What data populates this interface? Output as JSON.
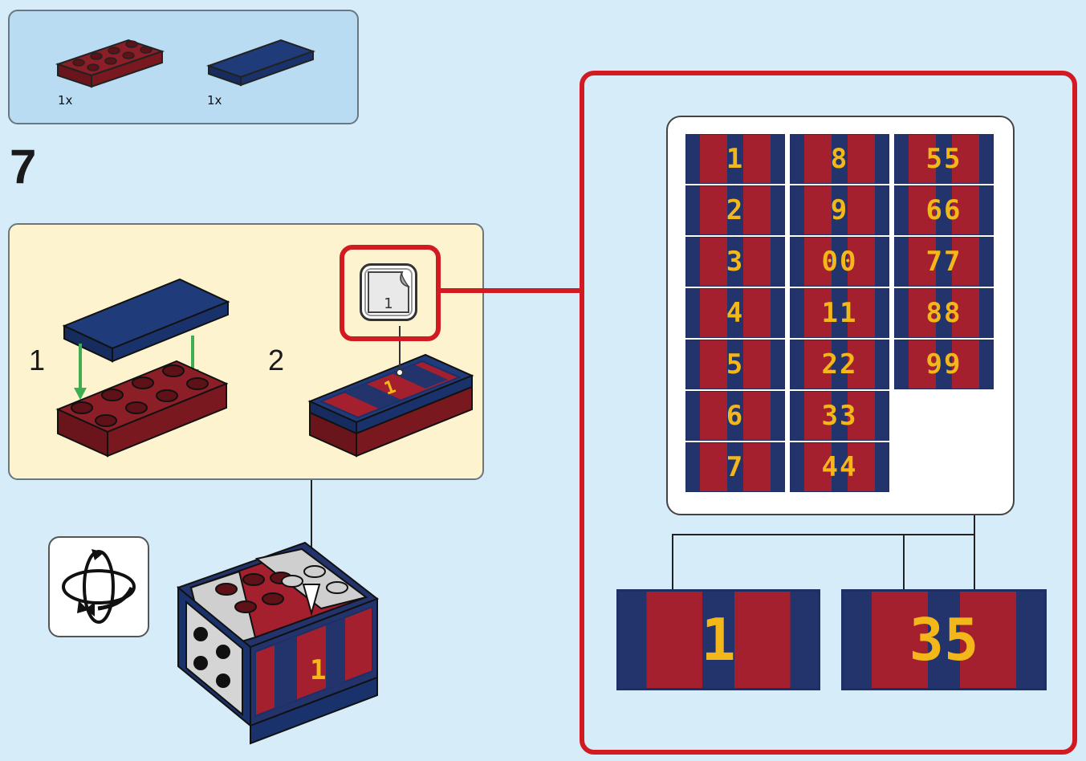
{
  "parts_list": {
    "items": [
      {
        "name": "red-plate-2x4",
        "quantity": "1x"
      },
      {
        "name": "blue-tile-2x4",
        "quantity": "1x"
      }
    ]
  },
  "step": {
    "number": "7",
    "substeps": [
      "1",
      "2"
    ]
  },
  "sticker_callout": {
    "sticker_number": "1"
  },
  "sticker_sheet": {
    "columns": [
      [
        "1",
        "2",
        "3",
        "4",
        "5",
        "6",
        "7"
      ],
      [
        "8",
        "9",
        "00",
        "11",
        "22",
        "33",
        "44"
      ],
      [
        "55",
        "66",
        "77",
        "88",
        "99"
      ]
    ]
  },
  "sticker_previews": [
    "1",
    "35"
  ],
  "model_sticker_label": "1",
  "colors": {
    "accent_red": "#d21a22",
    "stripe_blue": "#23336b",
    "stripe_red": "#a4202f",
    "number_yellow": "#f3b71a",
    "background": "#d6ecf9"
  }
}
